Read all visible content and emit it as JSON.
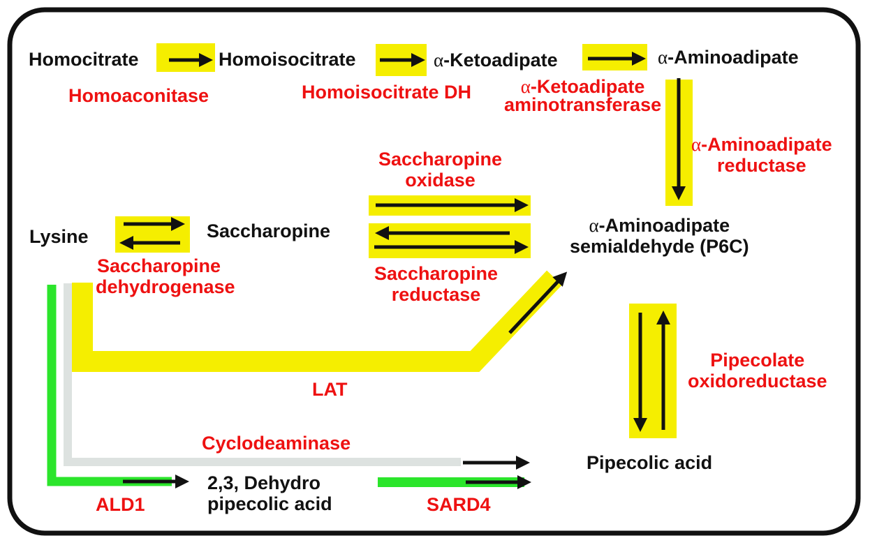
{
  "colors": {
    "frame": "#111111",
    "metabolite_text": "#111111",
    "enzyme_text": "#ee1111",
    "highlight_yellow": "#f5ee00",
    "path_green": "#2be52b",
    "path_gray": "#dde2e0",
    "arrow": "#111111"
  },
  "metabolites": {
    "homocitrate": "Homocitrate",
    "homoisocitrate": "Homoisocitrate",
    "ketoadipate": "-Ketoadipate",
    "aminoadipate": "-Aminoadipate",
    "lysine": "Lysine",
    "saccharopine": "Saccharopine",
    "aas_line1": "-Aminoadipate",
    "aas_line2": "semialdehyde (P6C)",
    "pipecolic_acid": "Pipecolic acid",
    "dehydro_line1": "2,3, Dehydro",
    "dehydro_line2": "pipecolic acid",
    "alpha_symbol": "α"
  },
  "enzymes": {
    "homoaconitase": "Homoaconitase",
    "homoisocitrate_dh": "Homoisocitrate DH",
    "keto_aminotransferase_line1": "-Ketoadipate",
    "keto_aminotransferase_line2": "aminotransferase",
    "aminoadipate_reductase_line1": "-Aminoadipate",
    "aminoadipate_reductase_line2": "reductase",
    "saccharopine_oxidase_line1": "Saccharopine",
    "saccharopine_oxidase_line2": "oxidase",
    "saccharopine_dh_line1": "Saccharopine",
    "saccharopine_dh_line2": "dehydrogenase",
    "saccharopine_reductase_line1": "Saccharopine",
    "saccharopine_reductase_line2": "reductase",
    "lat": "LAT",
    "pipecolate_oxidoreductase_line1": "Pipecolate",
    "pipecolate_oxidoreductase_line2": "oxidoreductase",
    "cyclodeaminase": "Cyclodeaminase",
    "ald1": "ALD1",
    "sard4": "SARD4"
  }
}
